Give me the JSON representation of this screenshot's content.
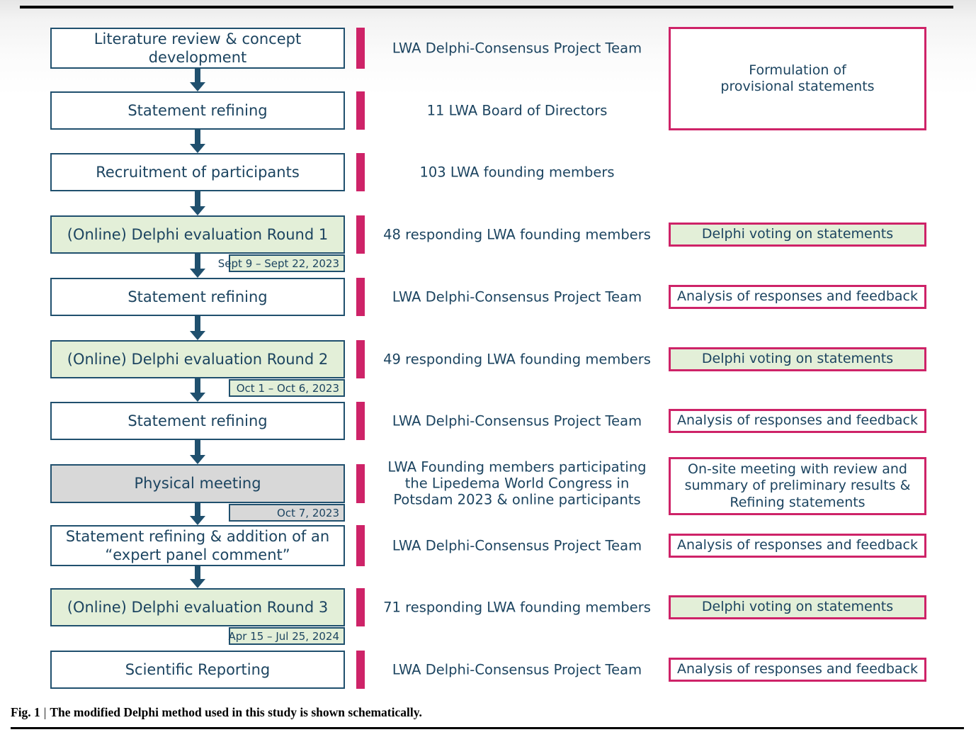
{
  "figure_caption": {
    "label": "Fig. 1",
    "separator": "|",
    "text": "The modified Delphi method used in this study is shown schematically."
  },
  "colors": {
    "navy": "#20506e",
    "text_navy": "#1c4460",
    "pink_accent": "#ce2368",
    "green_fill": "#e3efd8",
    "gray_fill": "#d8d8d8"
  },
  "steps": [
    {
      "label": "Literature review & concept\ndevelopment",
      "actor": "LWA Delphi-Consensus Project Team"
    },
    {
      "label": "Statement refining",
      "actor": "11 LWA Board of Directors"
    },
    {
      "label": "Recruitment of participants",
      "actor": "103 LWA founding members"
    },
    {
      "label": "(Online) Delphi evaluation Round 1",
      "date": "Sept 9 – Sept 22, 2023",
      "actor": "48 responding LWA founding members"
    },
    {
      "label": "Statement refining",
      "actor": "LWA Delphi-Consensus Project Team"
    },
    {
      "label": "(Online) Delphi evaluation Round 2",
      "date": "Oct 1 – Oct 6, 2023",
      "actor": "49 responding LWA founding members"
    },
    {
      "label": "Statement refining",
      "actor": "LWA Delphi-Consensus Project Team"
    },
    {
      "label": "Physical meeting",
      "date": "Oct 7, 2023",
      "actor": "LWA Founding members participating\nthe Lipedema World Congress in\nPotsdam 2023 & online participants"
    },
    {
      "label": "Statement refining & addition of an\n“expert panel comment”",
      "actor": "LWA Delphi-Consensus Project Team"
    },
    {
      "label": "(Online) Delphi evaluation Round 3",
      "date": "Apr 15 – Jul 25, 2024",
      "actor": "71 responding LWA founding members"
    },
    {
      "label": "Scientific Reporting",
      "actor": "LWA Delphi-Consensus Project Team"
    }
  ],
  "outcomes": [
    {
      "label": "Formulation of\nprovisional statements"
    },
    {
      "label": "Delphi voting on statements"
    },
    {
      "label": "Analysis of responses and feedback"
    },
    {
      "label": "Delphi voting on statements"
    },
    {
      "label": "Analysis of responses and feedback"
    },
    {
      "label": "On-site meeting with review and\nsummary of preliminary results &\nRefining statements"
    },
    {
      "label": "Analysis of responses and feedback"
    },
    {
      "label": "Delphi voting on statements"
    },
    {
      "label": "Analysis of responses and feedback"
    }
  ]
}
